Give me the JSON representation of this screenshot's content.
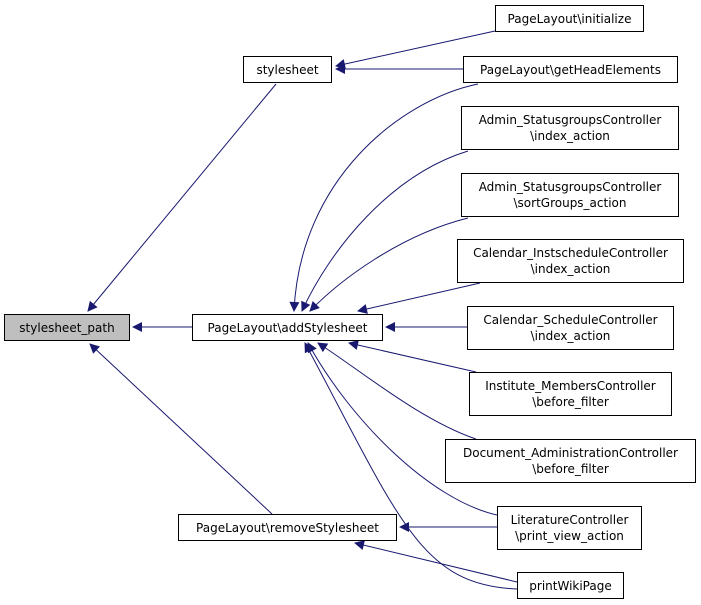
{
  "diagram": {
    "type": "caller-graph",
    "edge_color": "#191970",
    "root_fill": "#bfbfbf",
    "nodes": {
      "root": {
        "lines": [
          "stylesheet_path"
        ]
      },
      "stylesheet": {
        "lines": [
          "stylesheet"
        ]
      },
      "addStylesheet": {
        "lines": [
          "PageLayout\\addStylesheet"
        ]
      },
      "removeStylesheet": {
        "lines": [
          "PageLayout\\removeStylesheet"
        ]
      },
      "initialize": {
        "lines": [
          "PageLayout\\initialize"
        ]
      },
      "getHeadElements": {
        "lines": [
          "PageLayout\\getHeadElements"
        ]
      },
      "adminIndex": {
        "lines": [
          "Admin_StatusgroupsController",
          "\\index_action"
        ]
      },
      "adminSort": {
        "lines": [
          "Admin_StatusgroupsController",
          "\\sortGroups_action"
        ]
      },
      "calInst": {
        "lines": [
          "Calendar_InstscheduleController",
          "\\index_action"
        ]
      },
      "calSched": {
        "lines": [
          "Calendar_ScheduleController",
          "\\index_action"
        ]
      },
      "instMembers": {
        "lines": [
          "Institute_MembersController",
          "\\before_filter"
        ]
      },
      "docAdmin": {
        "lines": [
          "Document_AdministrationController",
          "\\before_filter"
        ]
      },
      "literature": {
        "lines": [
          "LiteratureController",
          "\\print_view_action"
        ]
      },
      "printWiki": {
        "lines": [
          "printWikiPage"
        ]
      }
    },
    "edges": [
      [
        "stylesheet",
        "root"
      ],
      [
        "addStylesheet",
        "root"
      ],
      [
        "removeStylesheet",
        "root"
      ],
      [
        "initialize",
        "stylesheet"
      ],
      [
        "getHeadElements",
        "stylesheet"
      ],
      [
        "getHeadElements",
        "addStylesheet"
      ],
      [
        "adminIndex",
        "addStylesheet"
      ],
      [
        "adminSort",
        "addStylesheet"
      ],
      [
        "calInst",
        "addStylesheet"
      ],
      [
        "calSched",
        "addStylesheet"
      ],
      [
        "instMembers",
        "addStylesheet"
      ],
      [
        "docAdmin",
        "addStylesheet"
      ],
      [
        "literature",
        "addStylesheet"
      ],
      [
        "printWiki",
        "addStylesheet"
      ],
      [
        "literature",
        "removeStylesheet"
      ],
      [
        "printWiki",
        "removeStylesheet"
      ]
    ]
  }
}
